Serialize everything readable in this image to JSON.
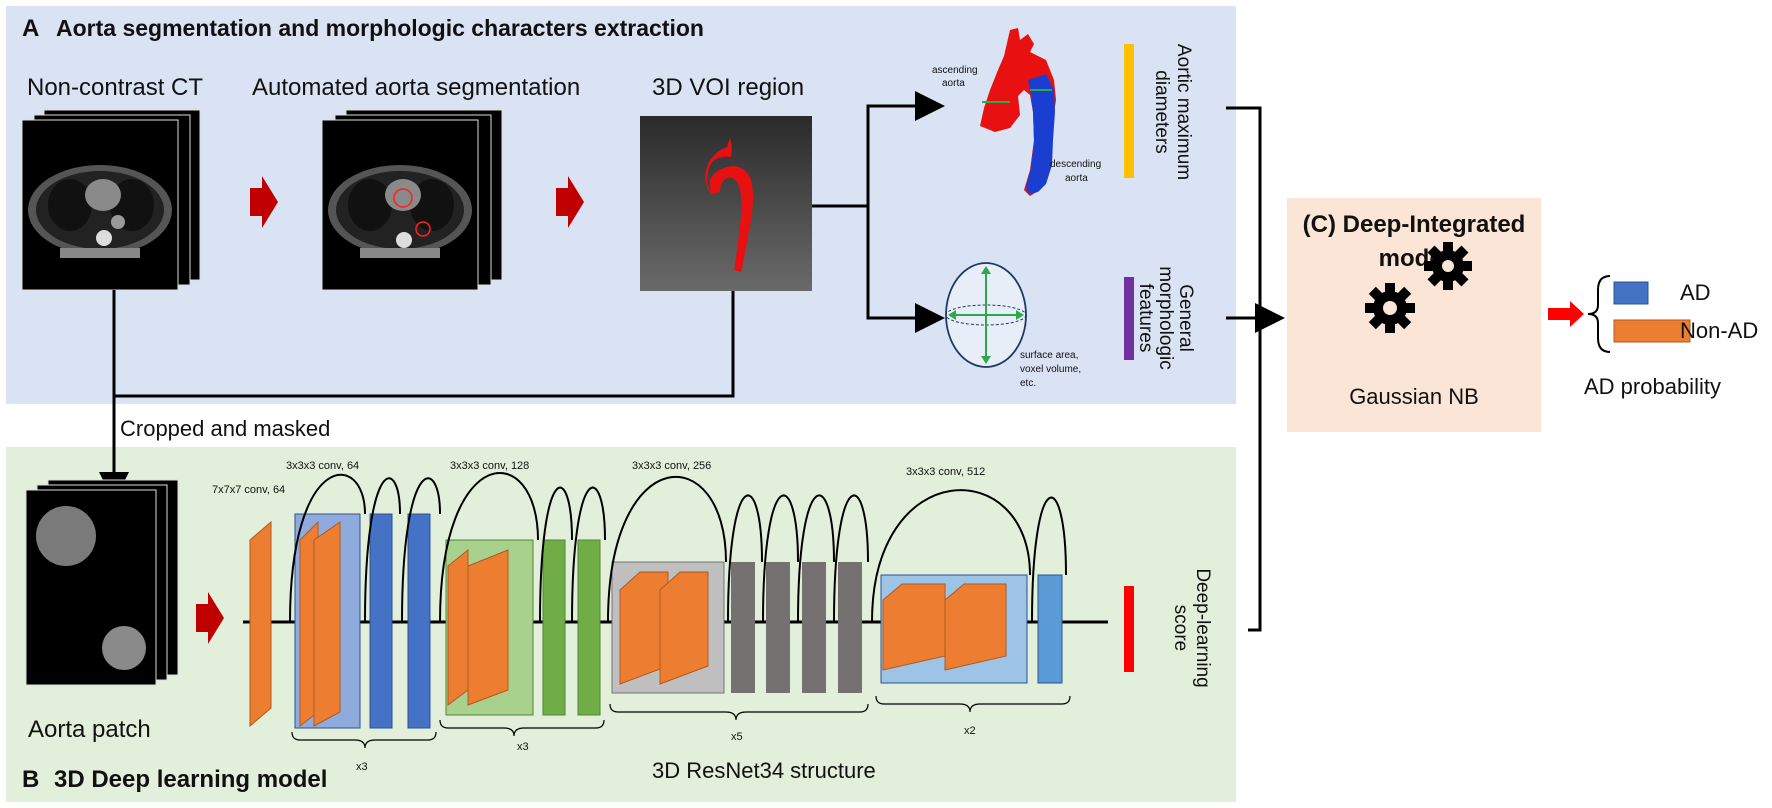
{
  "panel_a": {
    "letter": "A",
    "title": "Aorta segmentation and morphologic characters extraction",
    "noncontrast_label": "Non-contrast CT",
    "segmentation_label": "Automated aorta segmentation",
    "voi_label": "3D VOI region",
    "ascending_label_1": "ascending",
    "ascending_label_2": "aorta",
    "descending_label_1": "descending",
    "descending_label_2": "aorta",
    "diameters_label_1": "Aortic maximum",
    "diameters_label_2": "diameters",
    "morph_label_1": "General",
    "morph_label_2": "morphologic",
    "morph_label_3": "features",
    "surface_label_1": "surface area,",
    "surface_label_2": "voxel volume,",
    "surface_label_3": "etc."
  },
  "cropped_label": "Cropped and masked",
  "panel_b": {
    "letter": "B",
    "title": "3D Deep learning model",
    "patch_label": "Aorta patch",
    "structure_label": "3D ResNet34 structure",
    "score_label_1": "Deep-learning",
    "score_label_2": "score",
    "conv7": "7x7x7 conv, 64",
    "conv64": "3x3x3 conv, 64",
    "conv128": "3x3x3 conv, 128",
    "conv256": "3x3x3 conv, 256",
    "conv512": "3x3x3 conv, 512",
    "rep1": "x3",
    "rep2": "x3",
    "rep3": "x5",
    "rep4": "x2"
  },
  "panel_c": {
    "title_1": "(C) Deep-Integrated",
    "title_2": "model",
    "model_name": "Gaussian NB"
  },
  "output": {
    "ad_label": "AD",
    "nonad_label": "Non-AD",
    "prob_label": "AD probability"
  },
  "colors": {
    "panel_a_bg": "#dae3f3",
    "panel_b_bg": "#e2efda",
    "panel_c_bg": "#fbe5d6",
    "red_arrow": "#c00000",
    "orange": "#ed7d31",
    "blue": "#4472c4",
    "green": "#70ad47",
    "gray": "#767171",
    "light_blue": "#5b9bd5",
    "yellow_bar": "#ffc000",
    "purple_bar": "#7030a0",
    "red_bar": "#ff0000"
  }
}
